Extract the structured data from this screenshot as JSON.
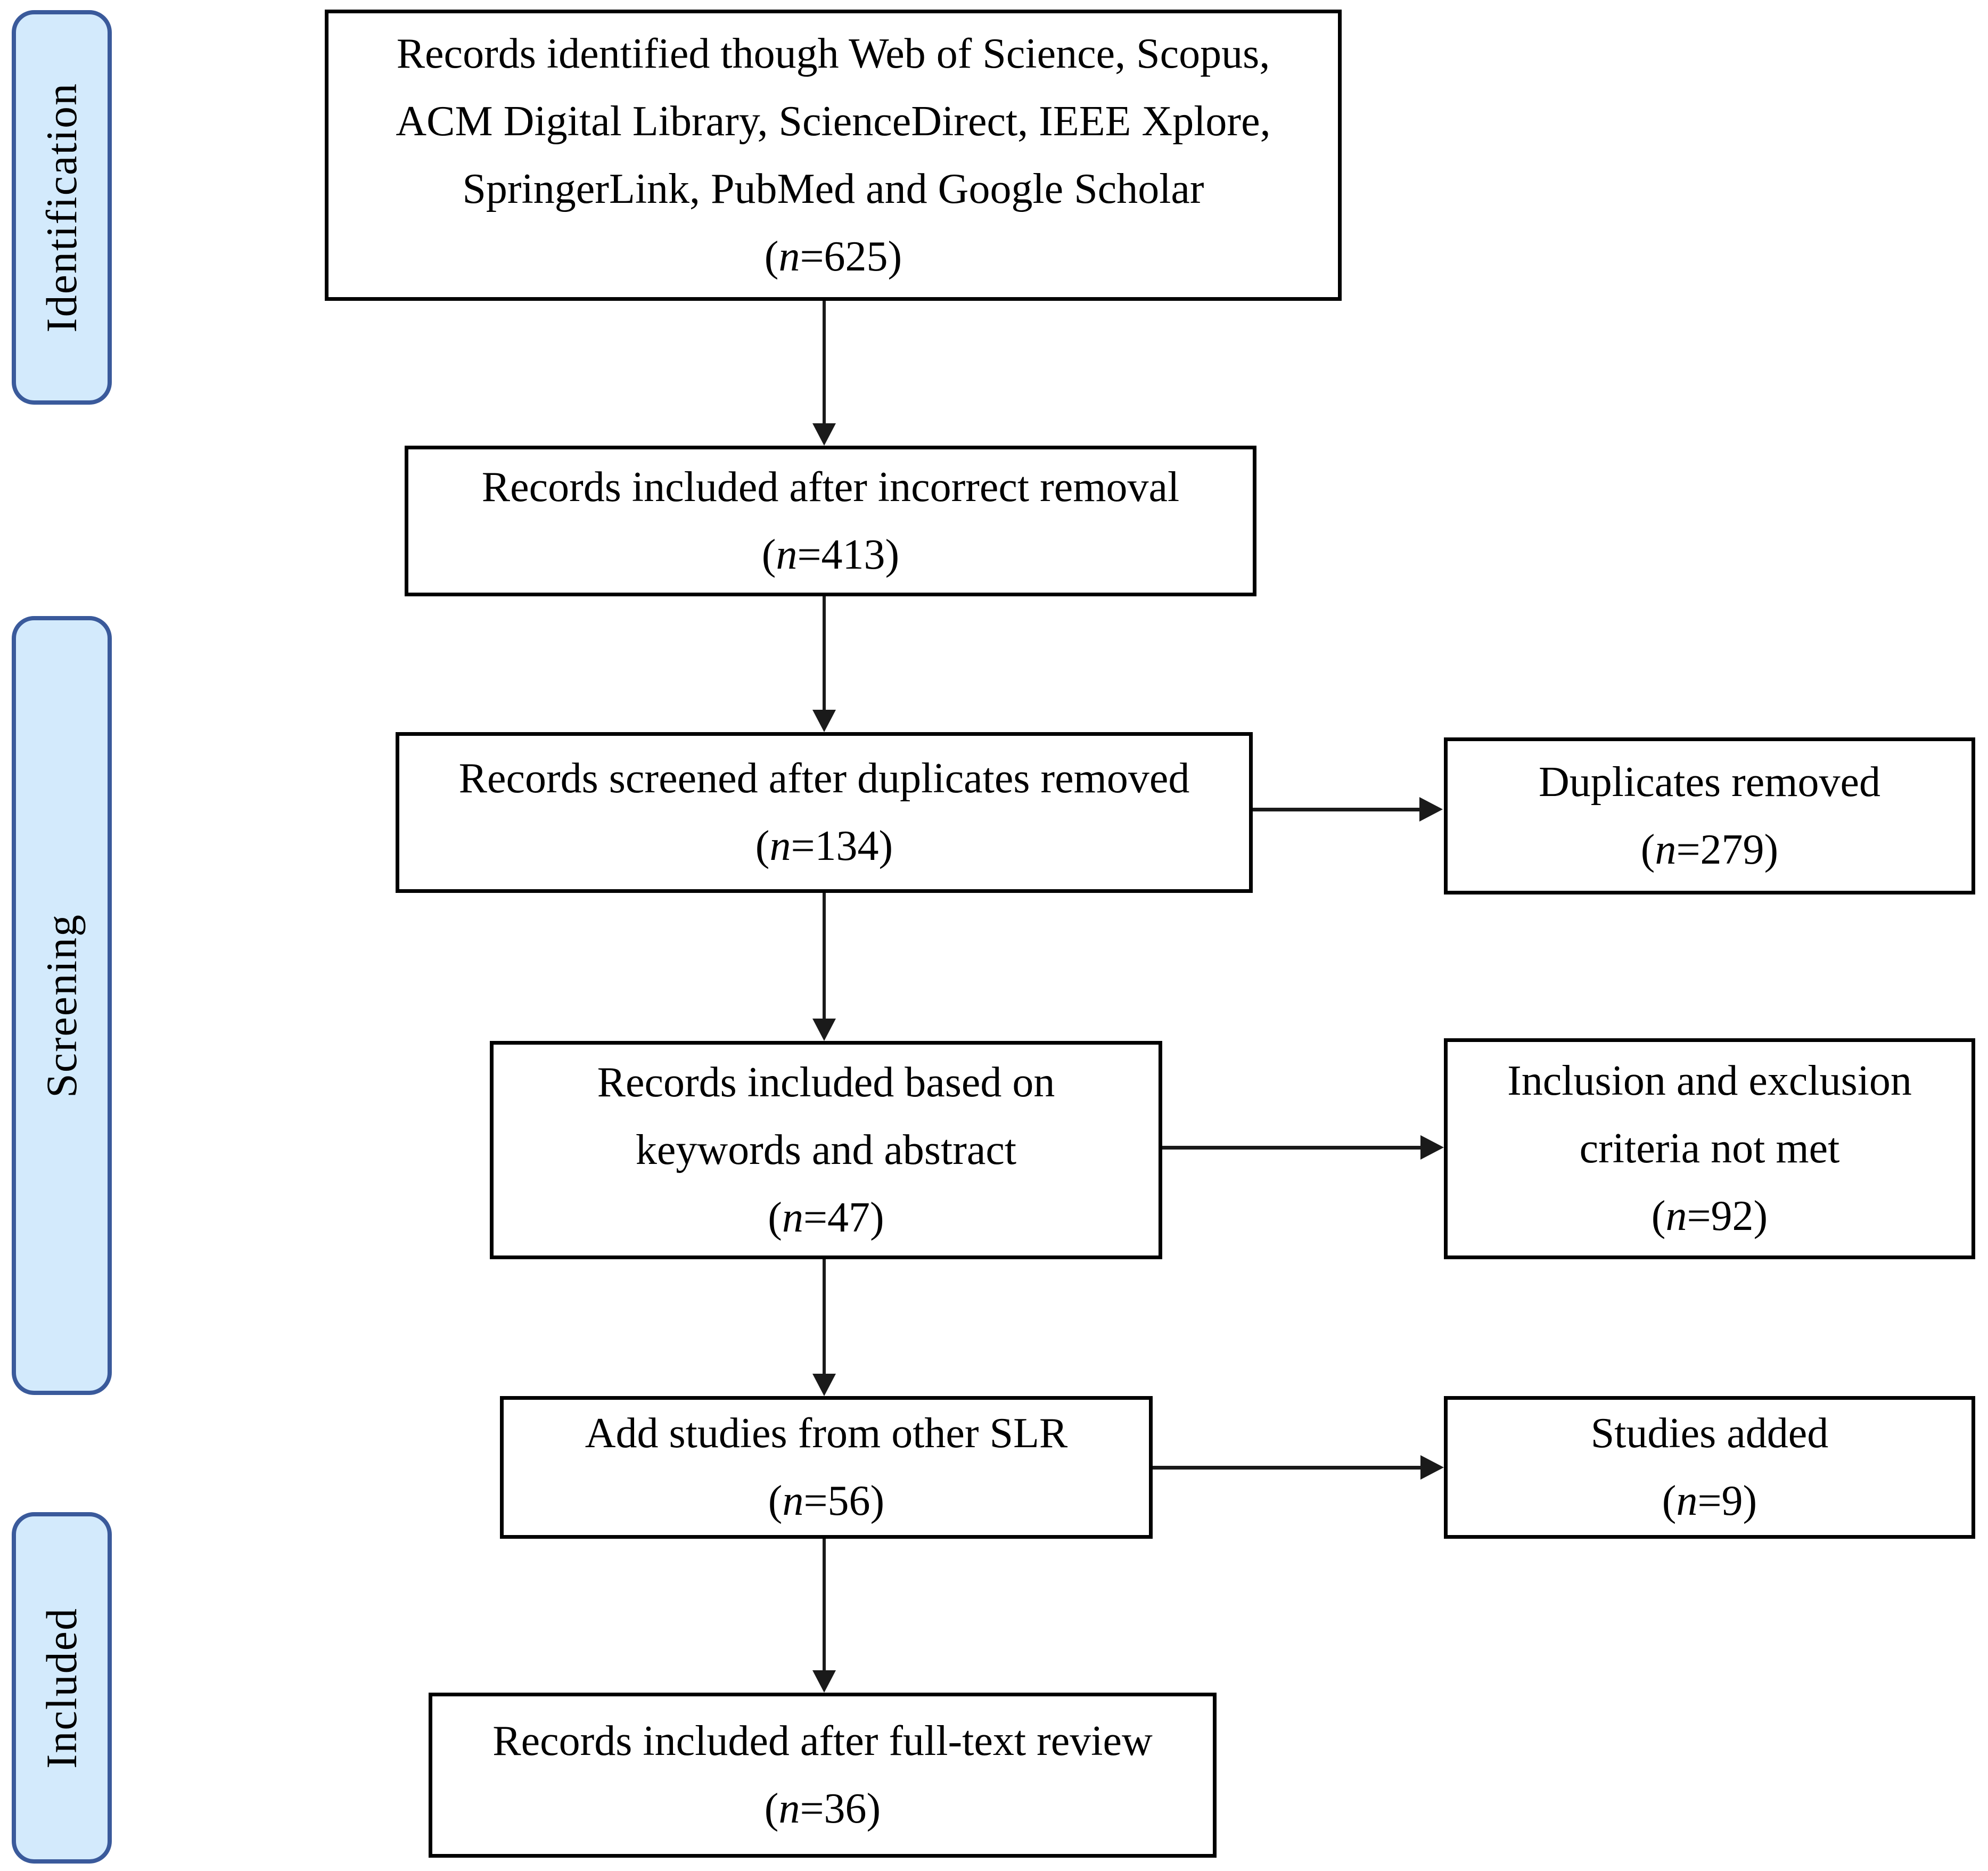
{
  "stages": {
    "identification": "Identification",
    "screening": "Screening",
    "included": "Included"
  },
  "boxes": {
    "identified": {
      "lines": [
        "Records identified though Web of Science, Scopus,",
        "ACM Digital Library, ScienceDirect, IEEE Xplore,",
        "SpringerLink, PubMed and Google Scholar"
      ],
      "count": "(n=625)"
    },
    "incorrect_removal": {
      "lines": [
        "Records included after incorrect removal"
      ],
      "count": "(n=413)"
    },
    "screened_duplicates": {
      "lines": [
        "Records screened after duplicates removed"
      ],
      "count": "(n=134)"
    },
    "keywords_abstract": {
      "lines": [
        "Records included based on",
        "keywords and abstract"
      ],
      "count": "(n=47)"
    },
    "other_slr": {
      "lines": [
        "Add studies from other SLR"
      ],
      "count": "(n=56)"
    },
    "full_text": {
      "lines": [
        "Records included after full-text review"
      ],
      "count": "(n=36)"
    }
  },
  "side_boxes": {
    "duplicates_removed": {
      "lines": [
        "Duplicates removed"
      ],
      "count": "(n=279)"
    },
    "criteria_not_met": {
      "lines": [
        "Inclusion and exclusion",
        "criteria not met"
      ],
      "count": "(n=92)"
    },
    "studies_added": {
      "lines": [
        "Studies added"
      ],
      "count": "(n=9)"
    }
  },
  "colors": {
    "stage_fill": "#d3eafc",
    "stage_border": "#3a5a9b",
    "box_fill": "#ffffff",
    "box_border": "#000000",
    "arrow": "#1a1a1a",
    "text": "#000000"
  }
}
